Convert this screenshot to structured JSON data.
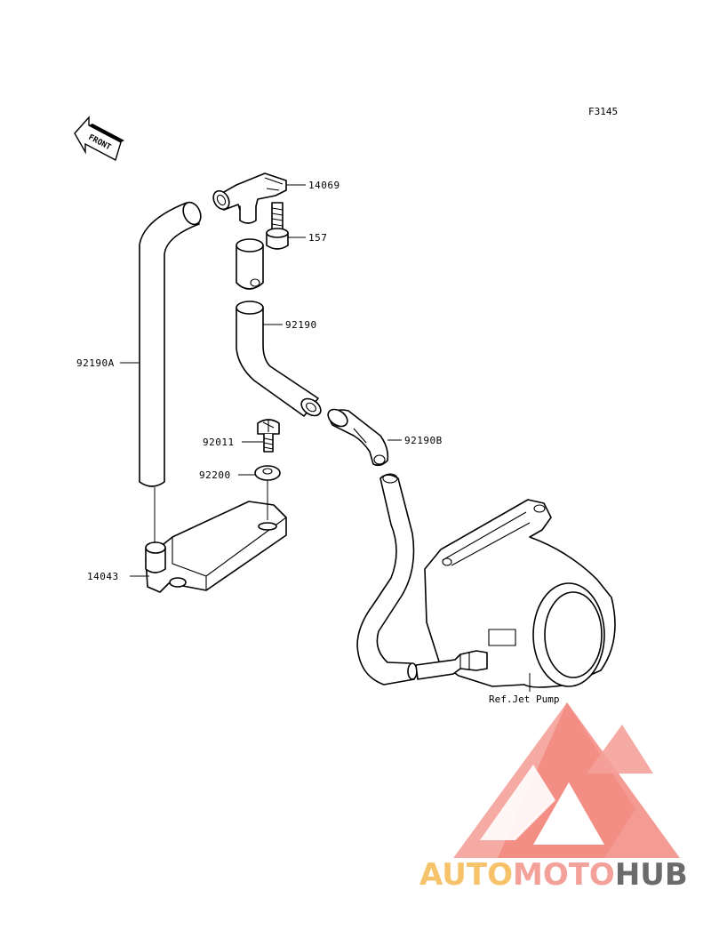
{
  "diagram": {
    "code": "F3145",
    "front_label": "FRONT",
    "parts": {
      "p14069": "14069",
      "p157": "157",
      "p92190": "92190",
      "p92190A": "92190A",
      "p92011": "92011",
      "p92190B": "92190B",
      "p92200": "92200",
      "p14043": "14043"
    },
    "reference": "Ref.Jet Pump"
  },
  "watermark": {
    "part1": "AUTO",
    "part2": "MOTO",
    "part3": "HUB",
    "colors": {
      "auto": "#f6c26a",
      "moto": "#f4a19a",
      "hub": "#6b6b6b",
      "logo": "#f28a80"
    }
  }
}
